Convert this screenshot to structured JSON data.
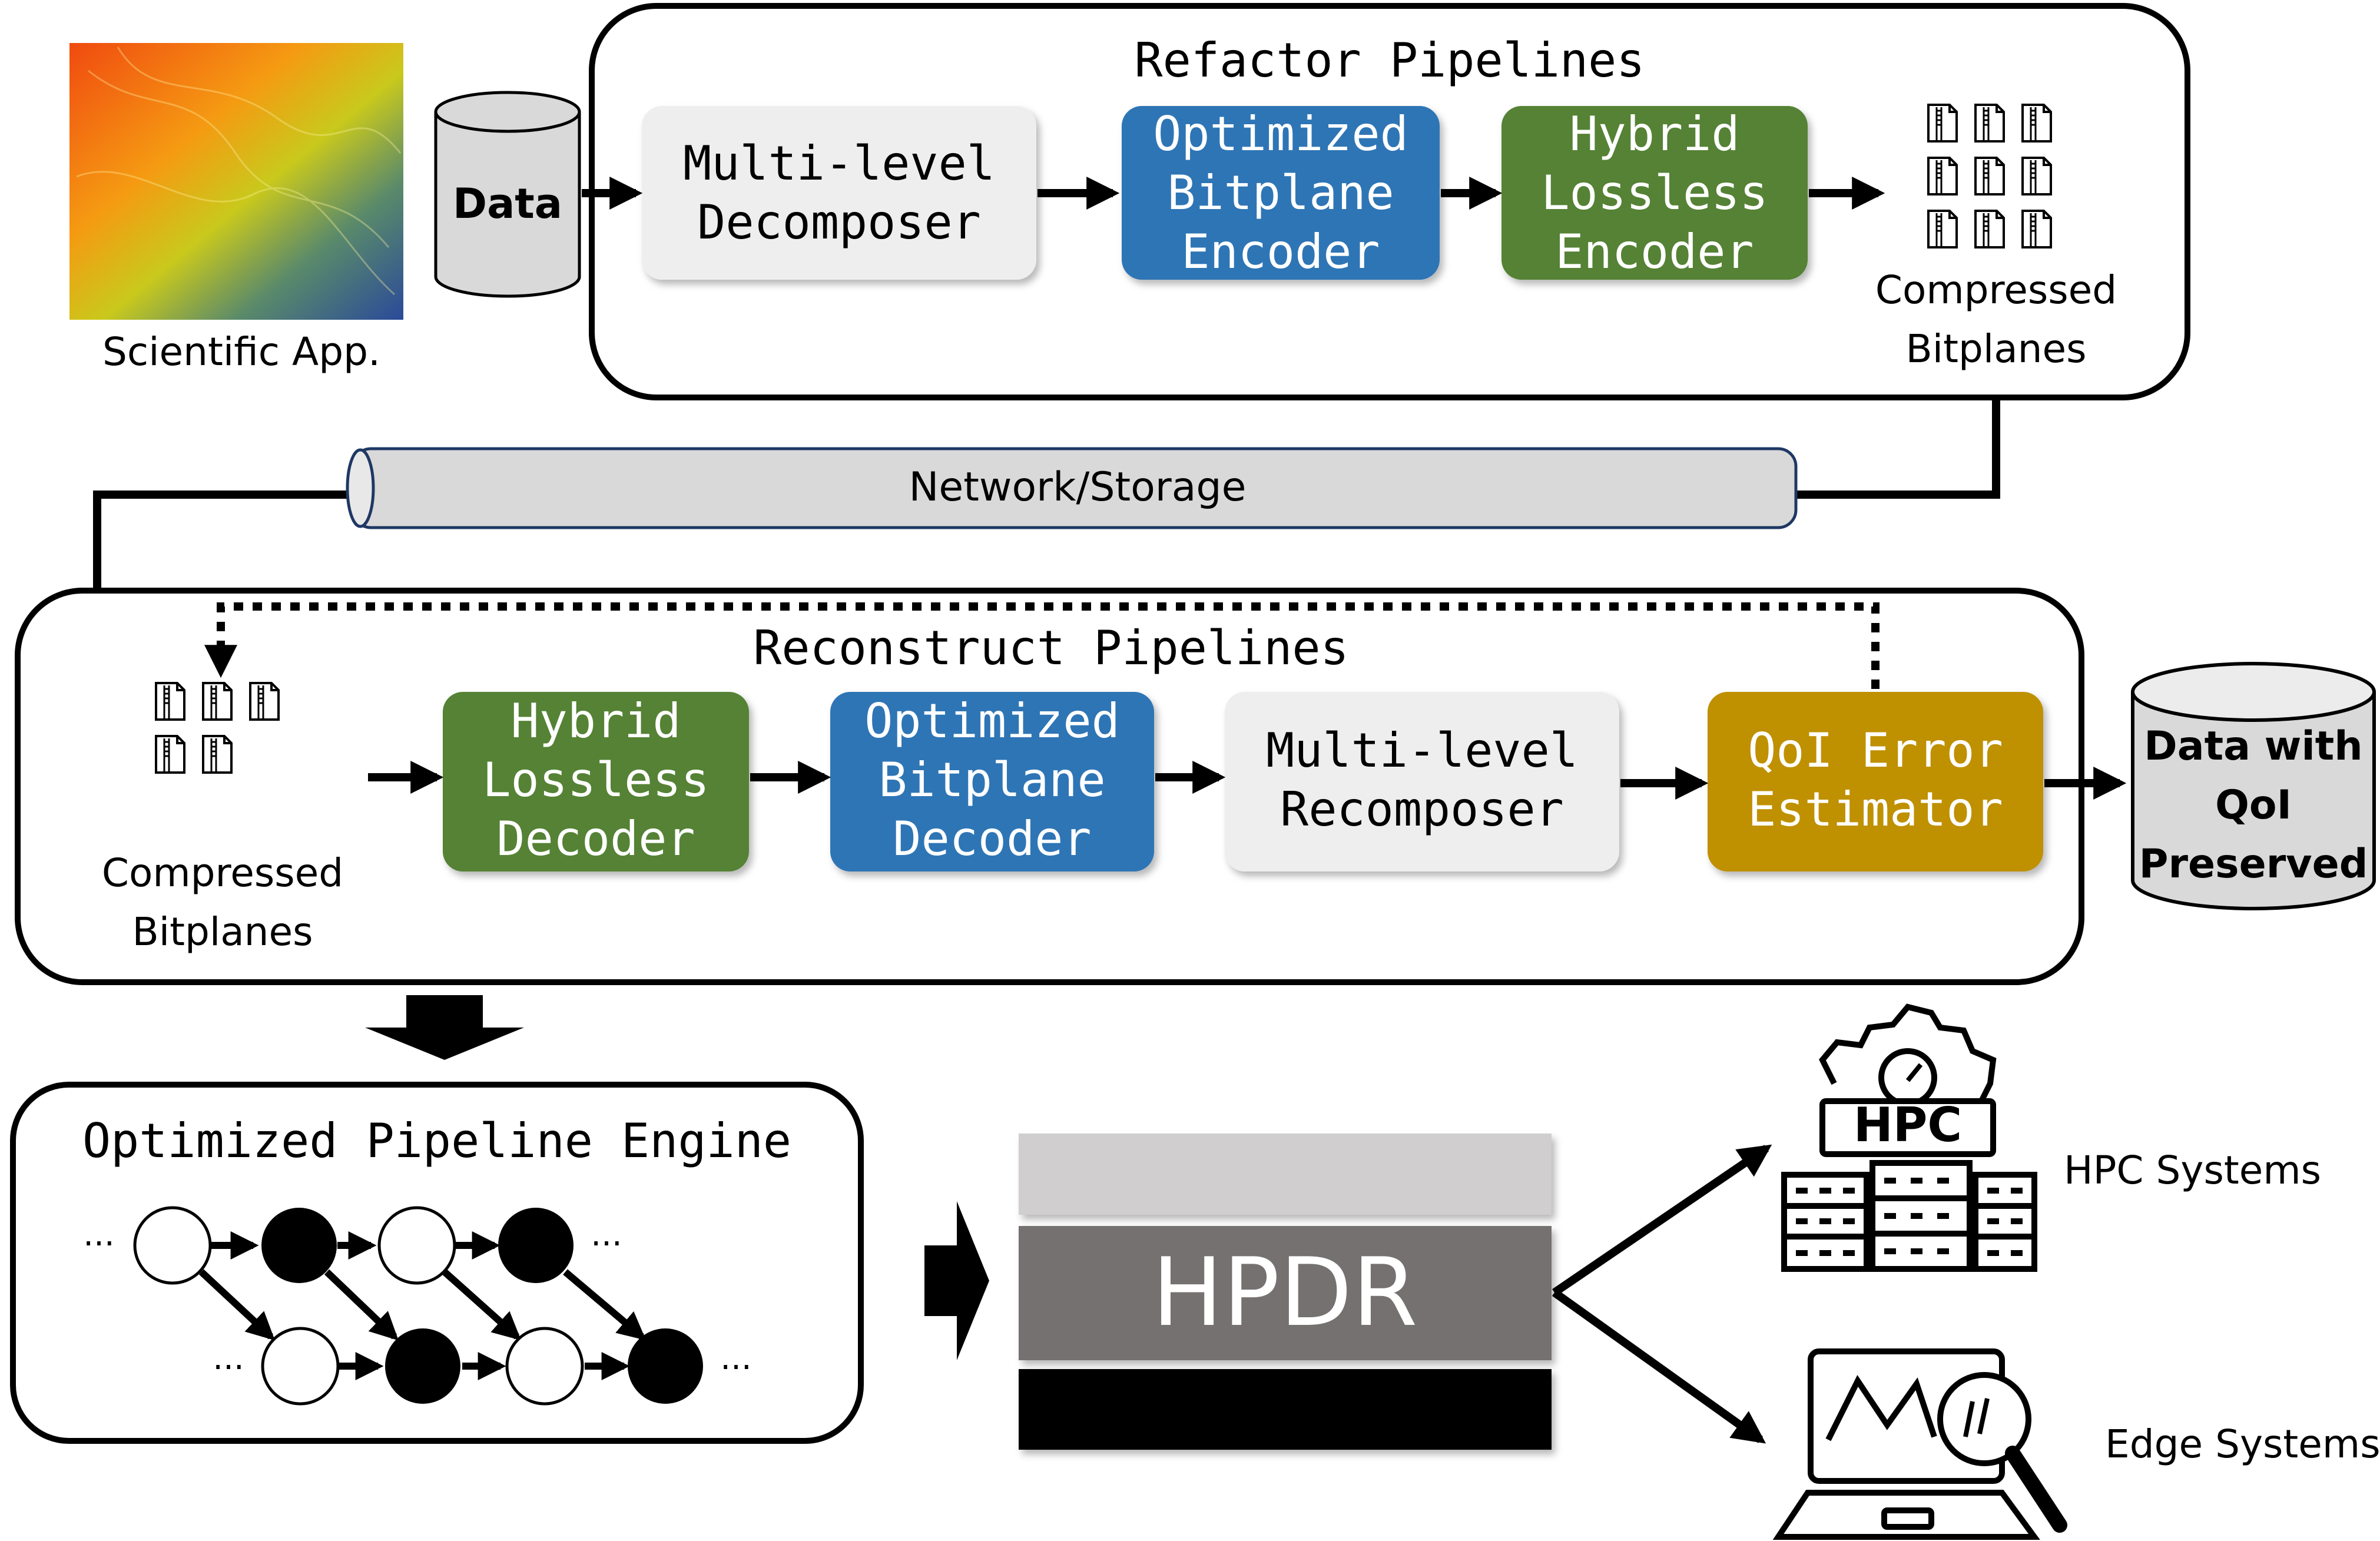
{
  "scientific_app": {
    "label": "Scientific App."
  },
  "data_cylinder": {
    "label": "Data"
  },
  "refactor": {
    "title": "Refactor Pipelines",
    "decomposer": [
      "Multi-level",
      "Decomposer"
    ],
    "bitplane_encoder": [
      "Optimized",
      "Bitplane",
      "Encoder"
    ],
    "lossless_encoder": [
      "Hybrid",
      "Lossless",
      "Encoder"
    ],
    "output_label": [
      "Compressed",
      "Bitplanes"
    ]
  },
  "network": {
    "label": "Network/Storage"
  },
  "reconstruct": {
    "title": "Reconstruct Pipelines",
    "input_label": [
      "Compressed",
      "Bitplanes"
    ],
    "lossless_decoder": [
      "Hybrid",
      "Lossless",
      "Decoder"
    ],
    "bitplane_decoder": [
      "Optimized",
      "Bitplane",
      "Decoder"
    ],
    "recomposer": [
      "Multi-level",
      "Recomposer"
    ],
    "qoi_estimator": [
      "QoI Error",
      "Estimator"
    ]
  },
  "output_cylinder": {
    "label": [
      "Data with",
      "QoI",
      "Preserved"
    ]
  },
  "engine": {
    "title": "Optimized Pipeline Engine",
    "ellipsis": "..."
  },
  "hpdr": {
    "label": "HPDR"
  },
  "targets": {
    "hpc_badge": "HPC",
    "hpc_label": "HPC Systems",
    "edge_label": "Edge Systems"
  },
  "colors": {
    "light_box": "#eeeeee",
    "blue_box": "#2e74b5",
    "green_box": "#548235",
    "gold_box": "#bf9000",
    "cylinder_gray": "#d9d9d9",
    "hpdr_top": "#d0cece",
    "hpdr_mid": "#767171",
    "hpdr_bottom": "#000000"
  }
}
